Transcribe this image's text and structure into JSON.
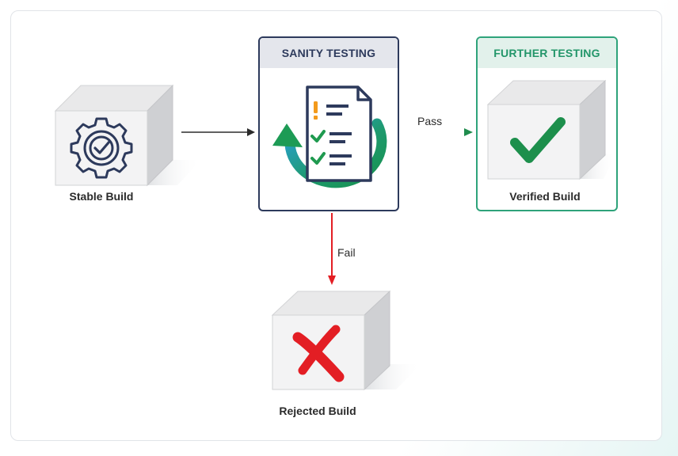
{
  "stages": {
    "sanity_title": "SANITY TESTING",
    "further_title": "FURTHER TESTING"
  },
  "builds": {
    "stable": "Stable Build",
    "verified": "Verified Build",
    "rejected": "Rejected Build"
  },
  "edges": {
    "pass": "Pass",
    "fail": "Fail"
  },
  "colors": {
    "navy": "#2d3a5c",
    "green": "#2ea37a",
    "check_green": "#1f8c4d",
    "fail_red": "#e31e24",
    "pass_blue": "#2f9fd8"
  },
  "icons": [
    "gear-check-icon",
    "checklist-icon",
    "cycle-arrow-icon",
    "checkmark-icon",
    "cross-icon"
  ]
}
